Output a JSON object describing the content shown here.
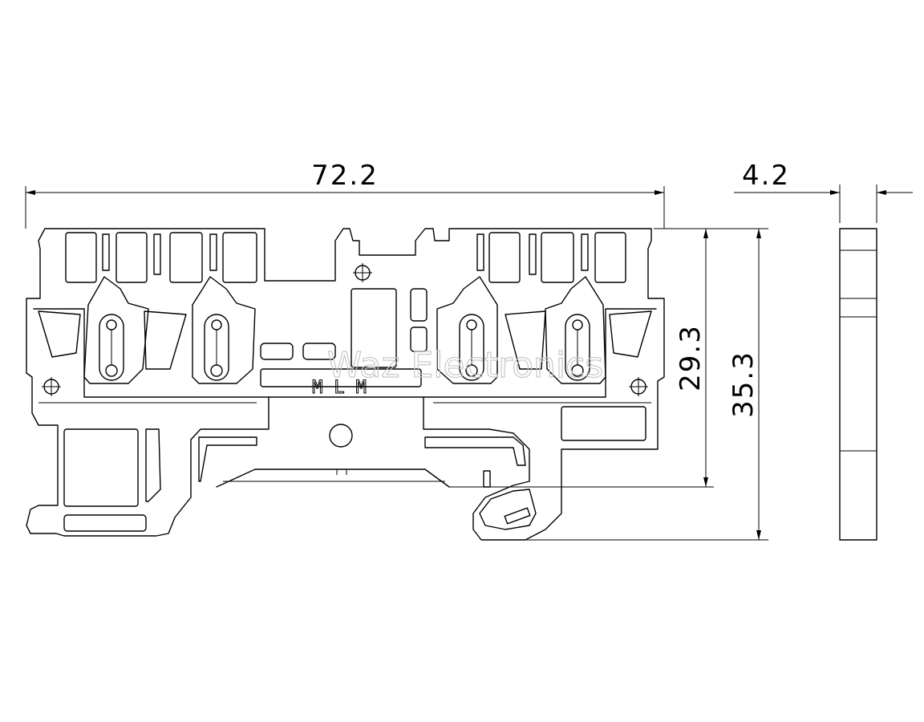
{
  "drawing": {
    "dimensions": {
      "width_label": "72.2",
      "thickness_label": "4.2",
      "height_inner_label": "29.3",
      "height_total_label": "35.3"
    },
    "body_marking": "MLM",
    "watermark": "Waz Electronics"
  }
}
